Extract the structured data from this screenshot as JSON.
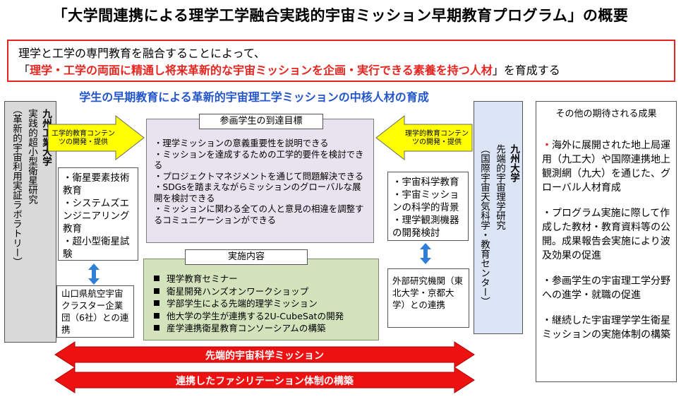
{
  "title": "「大学間連携による理学工学融合実践的宇宙ミッション早期教育プログラム」の概要",
  "goal": {
    "line1": "理学と工学の専門教育を融合することによって、",
    "line2_prefix": "「",
    "line2_red": "理学・工学の両面に精通し将来革新的な宇宙ミッションを企画・実行できる素養を持つ人材",
    "line2_suffix": "」を育成する"
  },
  "subtitle": "学生の早期教育による革新的宇宙理工学ミッションの中核人材の育成",
  "kyutech": {
    "columns": [
      "九州工業大学",
      "実践的超小型衛星研究",
      "（革新的宇宙利用実証ラボラトリー）"
    ]
  },
  "kyudai": {
    "columns": [
      "九州大学",
      "先端的宇宙理学研究",
      "（国際宇宙天気科学・教育センター）"
    ]
  },
  "left_arrow_label": "工学的教育コンテンツの開発・提供",
  "right_arrow_label": "理学的教育コンテンツの開発・提供",
  "left_list": [
    "・衛星要素技術教育",
    "・システムズエンジニアリング教育",
    "・超小型衛星試験"
  ],
  "right_list": [
    "・宇宙科学教育",
    "・宇宙ミッションの科学的背景",
    "・理学観測機器の開発検討"
  ],
  "left_partner": "山口県航空宇宙クラスター企業団（6社）との連携",
  "right_partner": "外部研究機関（東北大学・京都大学）との連携",
  "achievements": {
    "header": "参画学生の到達目標",
    "items": [
      "・理学ミッションの意義重要性を説明できる",
      "・ミッションを達成するための工学的要件を検討できる",
      "・プロジェクトマネジメントを通じて問題解決できる",
      "・SDGsを踏まえながらミッションのグローバルな展開を検討できる",
      "・ミッションに関わる全ての人と意見の相違を調整するコミュニケーションができる"
    ]
  },
  "implementation": {
    "header": "実施内容",
    "items": [
      "理学教育セミナー",
      "衛星開発ハンズオンワークショップ",
      "学部学生による先端的理学ミッション",
      "他大学の学生が連携する2U-CubeSatの開発",
      "産学連携衛星教育コンソーシアムの構築"
    ]
  },
  "bars": [
    "先端的宇宙科学ミッション",
    "連携したファシリテーション体制の構築"
  ],
  "other": {
    "header": "その他の期待される成果",
    "items": [
      "海外に展開された地上局運用（九工大）や国際連携地上観測網（九大）を通じた、グローバル人材育成",
      "・プログラム実施に際して作成した教材・教育資料等の公開。成果報告会実施により波及効果の促進",
      "・参画学生の宇宙理工学分野への進学・就職の促進",
      "・継続した宇宙理学学生衛星ミッションの実施体制の構築"
    ],
    "first_bullet": "・"
  },
  "colors": {
    "accent_red": "#e8241f",
    "subtitle_blue": "#2255cc",
    "arrow_yellow": "#ffff00",
    "bar_red": "#ee1111",
    "purple_bg": "#e8e3ee",
    "green_bg": "#d3e4bd",
    "kyudai_bg": "#dbe5f5",
    "kyutech_bg": "#d9d9d9"
  }
}
